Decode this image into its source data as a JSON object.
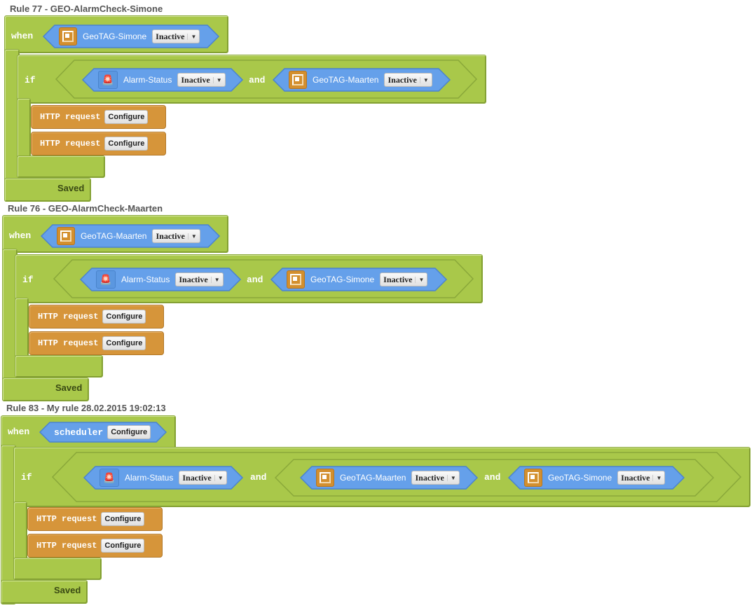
{
  "rules": [
    {
      "title": "Rule 77 - GEO-AlarmCheck-Simone",
      "when_kw": "when",
      "trigger": {
        "icon": "geotag-icon",
        "name": "GeoTAG-Simone",
        "state": "Inactive"
      },
      "if_kw": "if",
      "conditions": [
        {
          "icon": "alarm-icon",
          "name": "Alarm-Status",
          "state": "Inactive"
        },
        {
          "icon": "geotag-icon",
          "name": "GeoTAG-Maarten",
          "state": "Inactive"
        }
      ],
      "and_kw": [
        "and"
      ],
      "actions": [
        {
          "label": "HTTP request",
          "button": "Configure"
        },
        {
          "label": "HTTP request",
          "button": "Configure"
        }
      ],
      "status": "Saved"
    },
    {
      "title": "Rule 76 - GEO-AlarmCheck-Maarten",
      "when_kw": "when",
      "trigger": {
        "icon": "geotag-icon",
        "name": "GeoTAG-Maarten",
        "state": "Inactive"
      },
      "if_kw": "if",
      "conditions": [
        {
          "icon": "alarm-icon",
          "name": "Alarm-Status",
          "state": "Inactive"
        },
        {
          "icon": "geotag-icon",
          "name": "GeoTAG-Simone",
          "state": "Inactive"
        }
      ],
      "and_kw": [
        "and"
      ],
      "actions": [
        {
          "label": "HTTP request",
          "button": "Configure"
        },
        {
          "label": "HTTP request",
          "button": "Configure"
        }
      ],
      "status": "Saved"
    },
    {
      "title": "Rule 83 - My rule 28.02.2015 19:02:13",
      "when_kw": "when",
      "trigger": {
        "label": "scheduler",
        "button": "Configure"
      },
      "if_kw": "if",
      "conditions": [
        {
          "icon": "alarm-icon",
          "name": "Alarm-Status",
          "state": "Inactive"
        },
        {
          "icon": "geotag-icon",
          "name": "GeoTAG-Maarten",
          "state": "Inactive"
        },
        {
          "icon": "geotag-icon",
          "name": "GeoTAG-Simone",
          "state": "Inactive"
        }
      ],
      "and_kw": [
        "and",
        "and"
      ],
      "actions": [
        {
          "label": "HTTP request",
          "button": "Configure"
        },
        {
          "label": "HTTP request",
          "button": "Configure"
        }
      ],
      "status": "Saved"
    }
  ],
  "colors": {
    "logic_green": "#a9c84a",
    "sensor_blue": "#65a0ea",
    "action_orange": "#d6953a"
  }
}
